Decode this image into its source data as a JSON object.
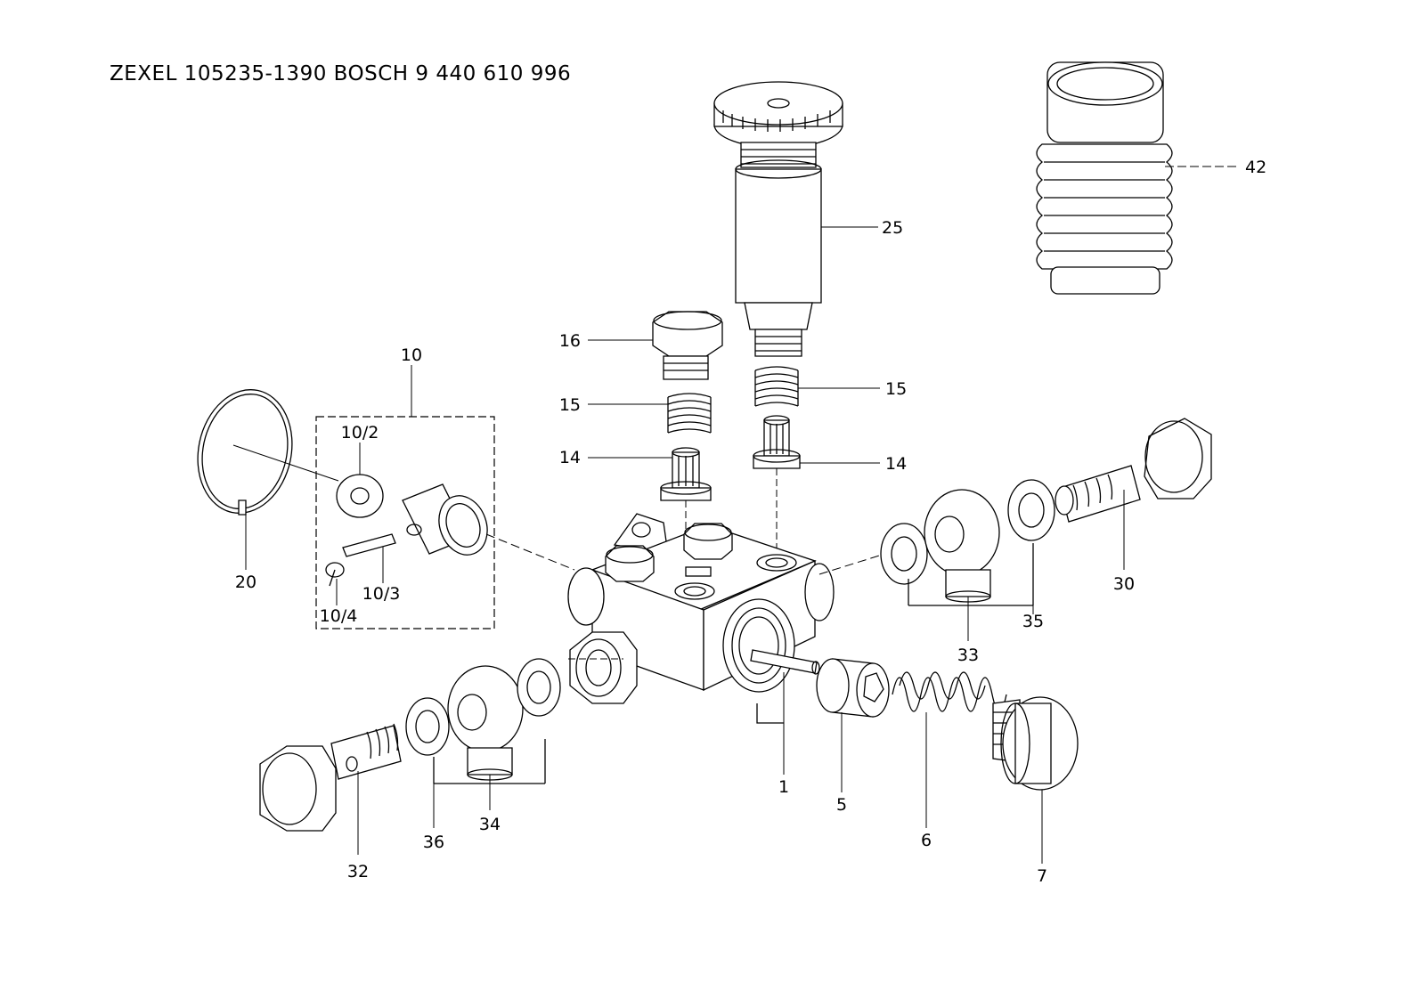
{
  "title": "ZEXEL 105235-1390  BOSCH 9 440 610 996",
  "parts": {
    "p1": "1",
    "p5": "5",
    "p6": "6",
    "p7": "7",
    "p10": "10",
    "p10_2": "10/2",
    "p10_3": "10/3",
    "p10_4": "10/4",
    "p14a": "14",
    "p14b": "14",
    "p15a": "15",
    "p15b": "15",
    "p16": "16",
    "p20": "20",
    "p25": "25",
    "p30": "30",
    "p32": "32",
    "p33": "33",
    "p34": "34",
    "p35": "35",
    "p36": "36",
    "p42": "42"
  }
}
